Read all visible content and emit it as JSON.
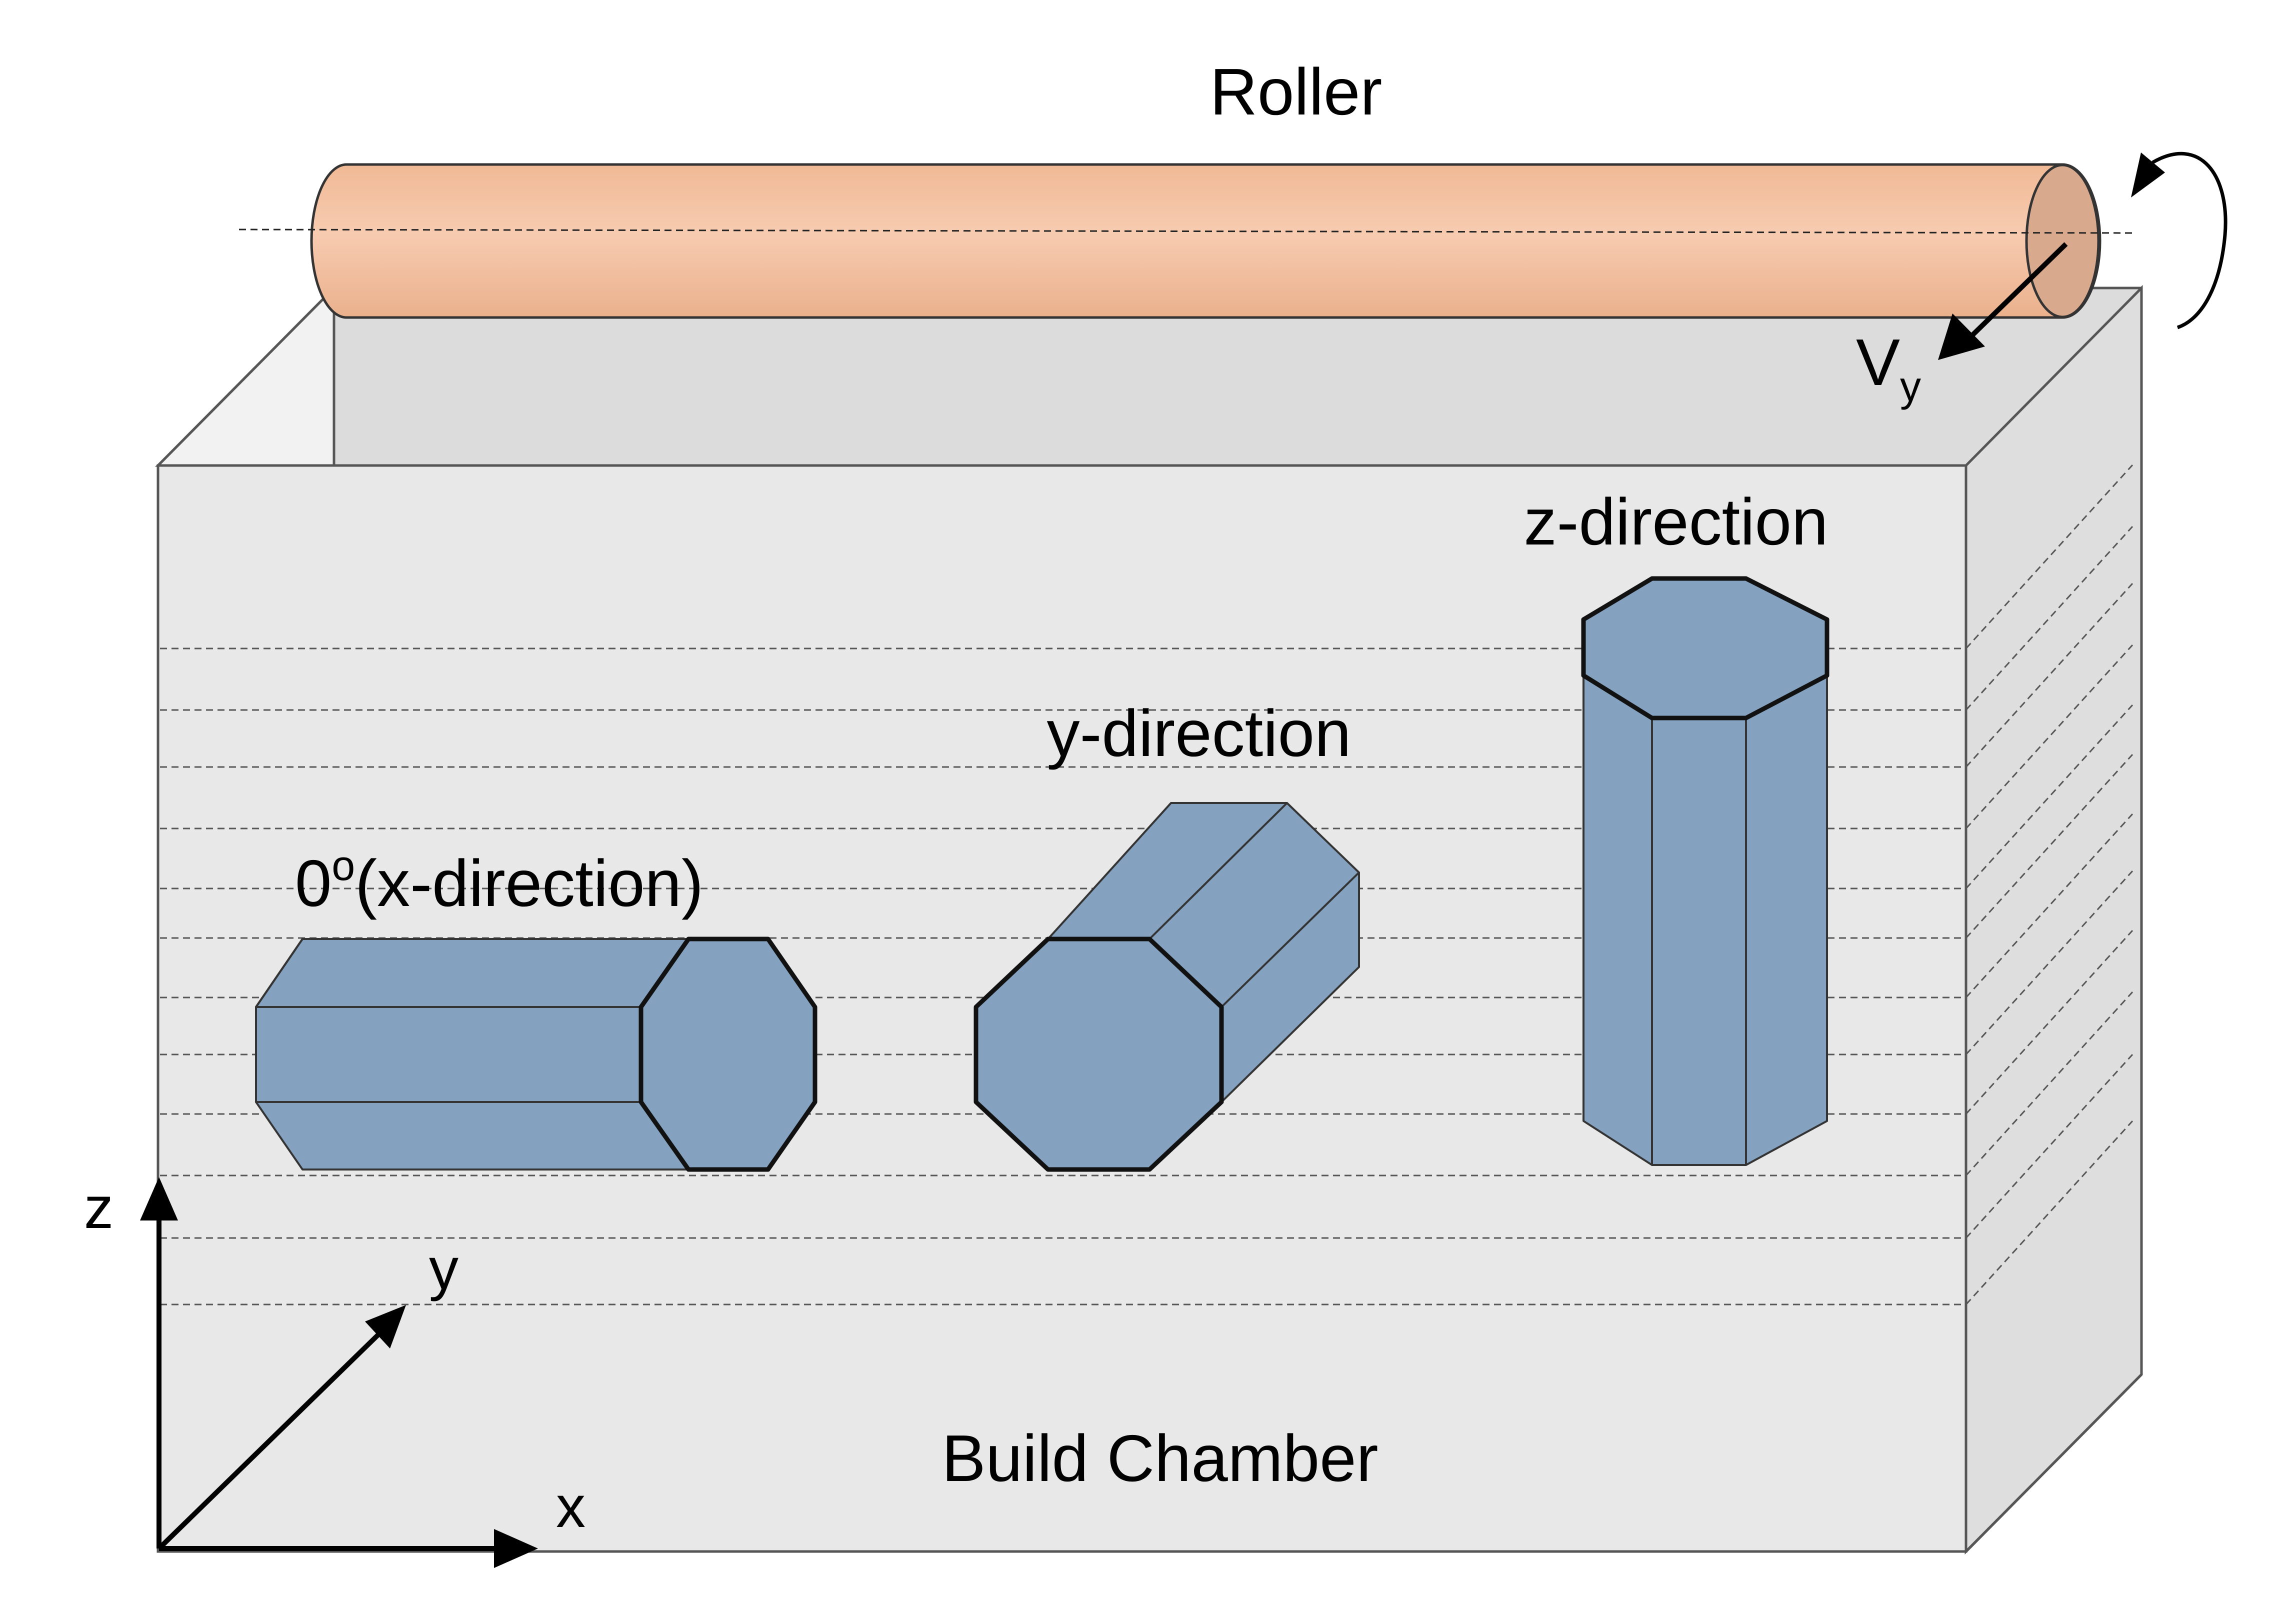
{
  "labels": {
    "roller": "Roller",
    "velocity_main": "V",
    "velocity_sub": "y",
    "z_direction": "z-direction",
    "y_direction": "y-direction",
    "x_direction_prefix": "0",
    "x_direction_sup": "o",
    "x_direction_rest": "(x-direction)",
    "build_chamber": "Build Chamber",
    "axis_z": "z",
    "axis_y": "y",
    "axis_x": "x"
  },
  "colors": {
    "roller_fill": "#f5c4a6",
    "roller_end": "#d9a98e",
    "specimen_fill": "#84a2c0",
    "chamber_front": "#e8e8e8",
    "chamber_side": "#dedede"
  },
  "icons": {
    "rotation": "curved-rotation-arrow-icon",
    "velocity": "diagonal-arrow-icon"
  }
}
